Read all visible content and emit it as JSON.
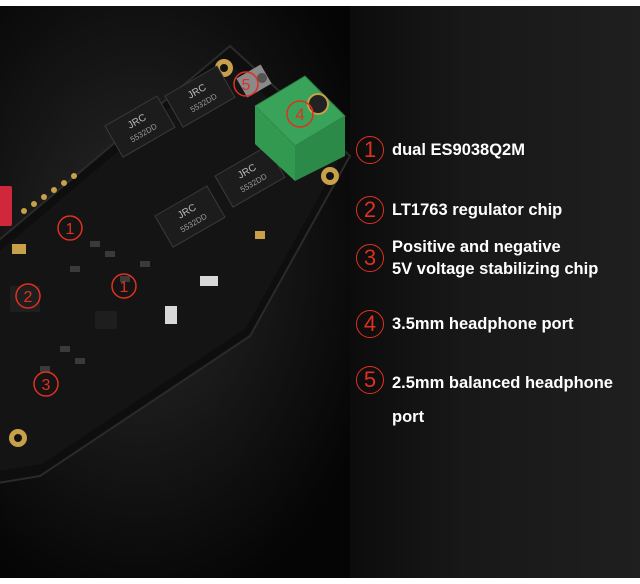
{
  "legend": [
    {
      "number": "1",
      "lines": [
        "dual ES9038Q2M"
      ]
    },
    {
      "number": "2",
      "lines": [
        "LT1763 regulator chip"
      ]
    },
    {
      "number": "3",
      "lines": [
        "Positive and negative",
        "5V voltage stabilizing chip"
      ]
    },
    {
      "number": "4",
      "lines": [
        "3.5mm headphone port"
      ]
    },
    {
      "number": "5",
      "lines": [
        "2.5mm balanced headphone",
        "port"
      ]
    }
  ],
  "board_markers": {
    "m1a": "1",
    "m1b": "1",
    "m2": "2",
    "m3": "3",
    "m4": "4",
    "m5": "5"
  },
  "chip_labels": {
    "brand": "JRC",
    "part": "5532DD"
  },
  "colors": {
    "marker_red": "#e03020",
    "text_white": "#ffffff",
    "jack_green": "#3aa35a",
    "pcb_black": "#101010",
    "gold_pad": "#c9a04a"
  }
}
